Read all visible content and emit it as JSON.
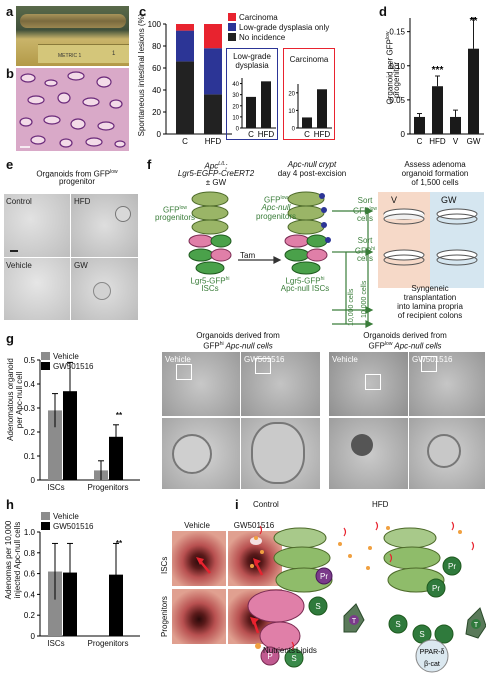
{
  "panels": {
    "a": "a",
    "b": "b",
    "c": "c",
    "d": "d",
    "e": "e",
    "f": "f",
    "g": "g",
    "h": "h",
    "i": "i"
  },
  "colors": {
    "carcinoma": "#e8232f",
    "lgd": "#2c3596",
    "none": "#222222",
    "hfd_bar": "#1a1a1a",
    "vehicle": "#8c8c8c",
    "gw": "#000000",
    "green": "#3a7d3a",
    "pink": "#e07fa8",
    "orange_bg": "#f6d9c8",
    "blue_bg": "#d5e6f0"
  },
  "a": {
    "ruler_text": "METRIC 1",
    "ruler_num": "1"
  },
  "c": {
    "ylabel": "Spontaneous intestinal lesions (%)",
    "yticks": [
      "0",
      "20",
      "40",
      "60",
      "80",
      "100"
    ],
    "legend": [
      "Carcinoma",
      "Low-grade dysplasia only",
      "No incidence"
    ],
    "inset_lgd_title": "Low-grade dysplasia",
    "inset_carc_title": "Carcinoma",
    "inset_lgd_ticks": [
      "0",
      "10",
      "20",
      "30",
      "40"
    ],
    "inset_carc_ticks": [
      "0",
      "10",
      "20"
    ]
  },
  "d": {
    "ylabel_1": "Organoid per GFP",
    "ylabel_sup": "low",
    "ylabel_2": "progenitor",
    "yticks": [
      "0",
      "0.05",
      "0.10",
      "0.15"
    ],
    "stars_hfd": "***",
    "stars_gw": "**"
  },
  "e": {
    "title_1": "Organoids from GFP",
    "title_sup": "low",
    "title_2": "progenitor",
    "labels": [
      "Control",
      "HFD",
      "Vehicle",
      "GW"
    ]
  },
  "f": {
    "col1_l1": "Apc",
    "col1_sup": "L/L",
    "col1_l2": ";",
    "col1_l3": "Lgr5-EGFP-CreERT2",
    "col1_l4": "± GW",
    "col2_l1": "Apc-null crypt",
    "col2_l2": "day 4 post-excision",
    "col3_l1": "Assess adenoma",
    "col3_l2": "organoid formation",
    "col3_l3": "of 1,500 cells",
    "gfp_low_1": "GFP",
    "gfp_low_sup": "low",
    "gfp_low_2": "progenitors",
    "gfp_null_1": "GFP",
    "gfp_null_sup": "low",
    "gfp_null_2": "Apc-null",
    "gfp_null_3": "progenitors",
    "tam": "Tam",
    "lgr5_1": "Lgr5-GFP",
    "lgr5_sup": "hi",
    "lgr5_2": "ISCs",
    "apc_null_1": "Lgr5-GFP",
    "apc_null_sup": "hi",
    "apc_null_2": "Apc-null ISCs",
    "sort_low_1": "Sort",
    "sort_low_2": "GFP",
    "sort_low_sup": "low",
    "sort_low_3": "cells",
    "sort_hi_1": "Sort",
    "sort_hi_2": "GFP",
    "sort_hi_sup": "hi",
    "sort_hi_3": "cells",
    "v": "V",
    "gw": "GW",
    "cells_a": "10,000 cells",
    "cells_b": "10,000 cells",
    "syn_1": "Syngeneic",
    "syn_2": "transplantation",
    "syn_3": "into lamina propria",
    "syn_4": "of recipient colons"
  },
  "g": {
    "ylabel_1": "Adenomatous organoid",
    "ylabel_2": "per Apc-null cell",
    "yticks": [
      "0",
      "0.1",
      "0.2",
      "0.3",
      "0.4",
      "0.5"
    ],
    "legend": [
      "Vehicle",
      "GW501516"
    ],
    "xcats": [
      "ISCs",
      "Progenitors"
    ],
    "stars": "**",
    "org_hi_1": "Organoids derived from",
    "org_hi_2": "GFP",
    "org_hi_sup": "hi",
    "org_hi_3": " Apc-null cells",
    "org_low_1": "Organoids derived from",
    "org_low_2": "GFP",
    "org_low_sup": "low",
    "org_low_3": " Apc-null cells",
    "img_labels": [
      "Vehicle",
      "GW501516",
      "Vehicle",
      "GW501516"
    ]
  },
  "h": {
    "ylabel_1": "Adenomas per 10,000",
    "ylabel_2": "injected Apc-null cells",
    "yticks": [
      "0",
      "0.2",
      "0.4",
      "0.6",
      "0.8",
      "1.0"
    ],
    "legend": [
      "Vehicle",
      "GW501516"
    ],
    "xcats": [
      "ISCs",
      "Progenitors"
    ],
    "stars": "**",
    "col_labels": [
      "Vehicle",
      "GW501516"
    ],
    "row_labels": [
      "ISCs",
      "Progenitors"
    ]
  },
  "i": {
    "control": "Control",
    "hfd": "HFD",
    "legend": [
      "Nutrients",
      "Lipids"
    ],
    "cells": [
      "Pr",
      "S",
      "P",
      "S",
      "T",
      "Pr",
      "Pr",
      "S",
      "S",
      "T"
    ],
    "ppar": "PPAR-δ",
    "bcat": "β-cat"
  },
  "chart_data": [
    {
      "type": "bar",
      "panel": "c",
      "categories": [
        "C",
        "HFD"
      ],
      "series": [
        {
          "name": "No incidence",
          "values": [
            66,
            36
          ]
        },
        {
          "name": "Low-grade dysplasia only",
          "values": [
            28,
            42
          ]
        },
        {
          "name": "Carcinoma",
          "values": [
            6,
            22
          ]
        }
      ],
      "ylabel": "Spontaneous intestinal lesions (%)",
      "ylim": [
        0,
        100
      ]
    },
    {
      "type": "bar",
      "panel": "c-inset-lgd",
      "title": "Low-grade dysplasia",
      "categories": [
        "C",
        "HFD"
      ],
      "values": [
        28,
        42
      ],
      "ylim": [
        0,
        45
      ]
    },
    {
      "type": "bar",
      "panel": "c-inset-carcinoma",
      "title": "Carcinoma",
      "categories": [
        "C",
        "HFD"
      ],
      "values": [
        6,
        22
      ],
      "ylim": [
        0,
        25
      ]
    },
    {
      "type": "bar",
      "panel": "d",
      "categories": [
        "C",
        "HFD",
        "V",
        "GW"
      ],
      "values": [
        0.025,
        0.07,
        0.025,
        0.125
      ],
      "errors": [
        0.005,
        0.015,
        0.01,
        0.045
      ],
      "ylim": [
        0,
        0.17
      ]
    },
    {
      "type": "bar",
      "panel": "g",
      "categories": [
        "ISCs",
        "Progenitors"
      ],
      "series": [
        {
          "name": "Vehicle",
          "values": [
            0.29,
            0.04
          ],
          "errors": [
            0.07,
            0.04
          ]
        },
        {
          "name": "GW501516",
          "values": [
            0.37,
            0.18
          ],
          "errors": [
            0.12,
            0.05
          ]
        }
      ],
      "ylim": [
        0,
        0.5
      ]
    },
    {
      "type": "bar",
      "panel": "h",
      "categories": [
        "ISCs",
        "Progenitors"
      ],
      "series": [
        {
          "name": "Vehicle",
          "values": [
            0.62,
            0.0
          ],
          "errors": [
            0.27,
            0.0
          ]
        },
        {
          "name": "GW501516",
          "values": [
            0.61,
            0.59
          ],
          "errors": [
            0.28,
            0.3
          ]
        }
      ],
      "ylim": [
        0,
        1.0
      ]
    }
  ]
}
